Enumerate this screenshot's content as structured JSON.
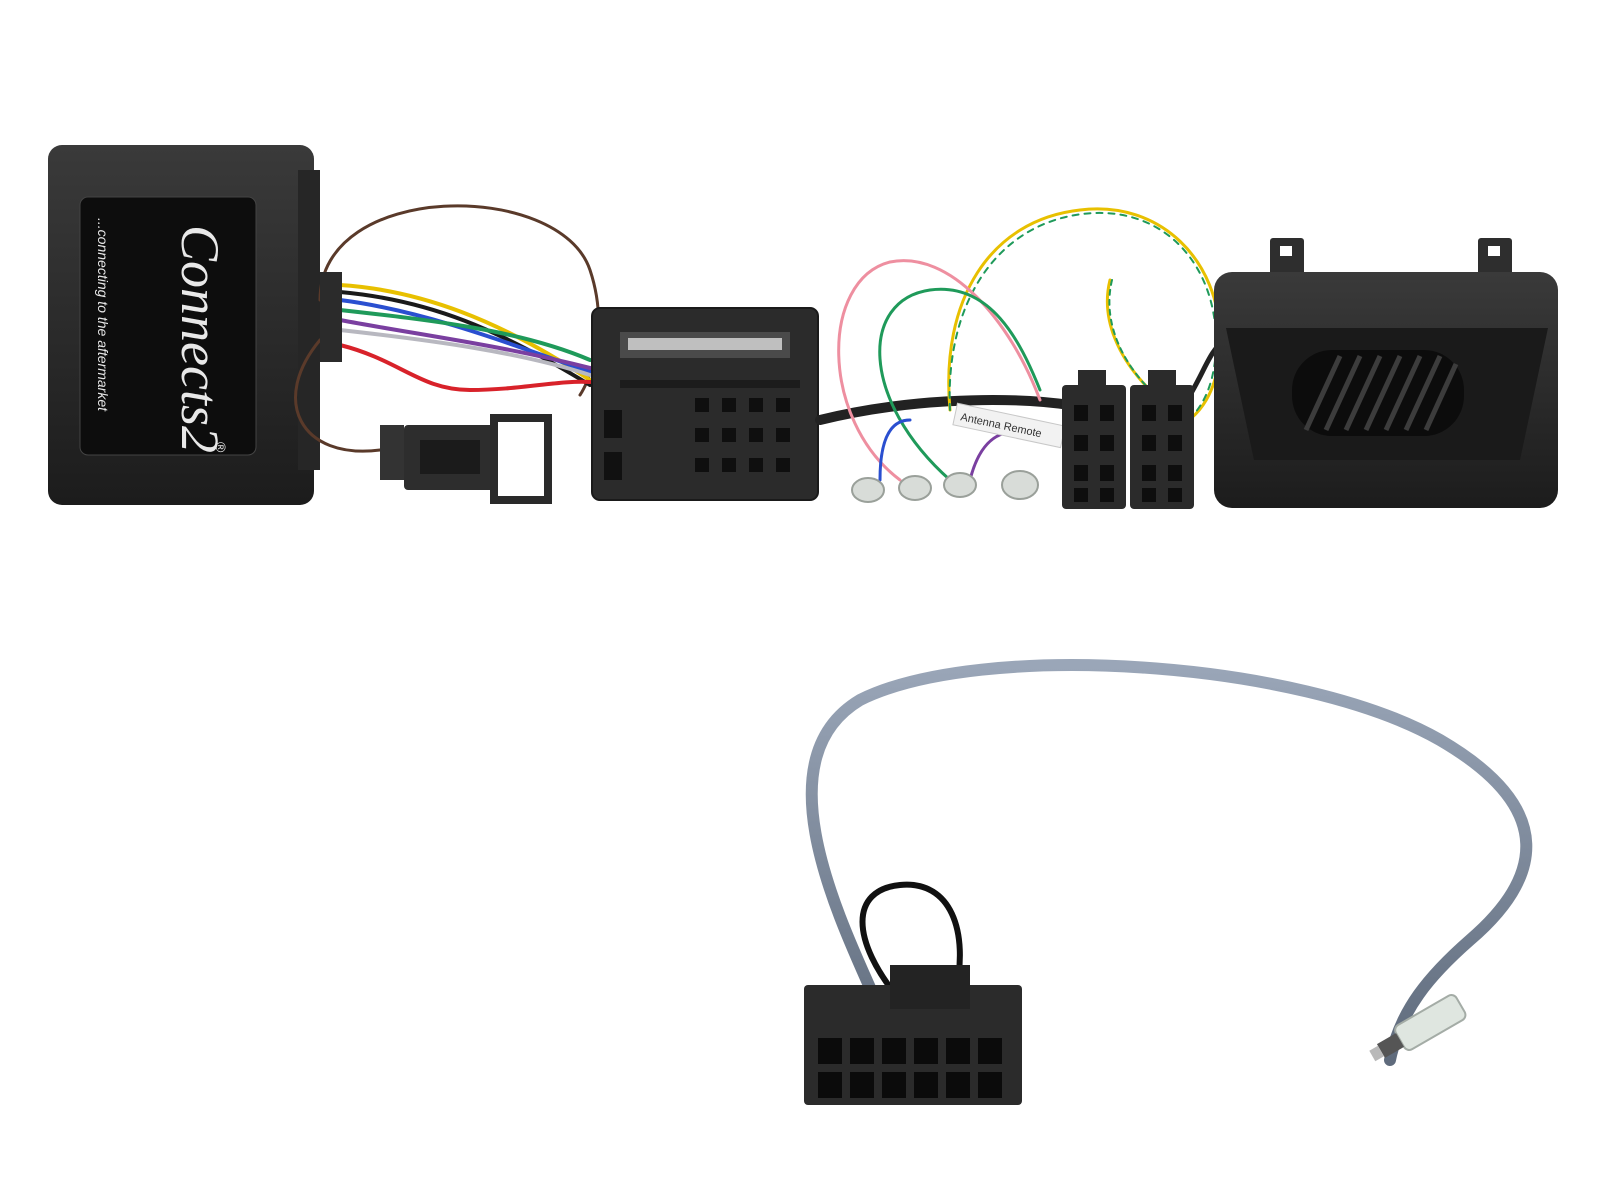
{
  "product": {
    "brand_logo": "Connects2",
    "tagline": "...connecting to the aftermarket",
    "registered_mark": "®",
    "wire_tag_label": "Antenna Remote"
  },
  "colors": {
    "background": "#ffffff",
    "plastic": "#2a2a2a",
    "wire_red": "#d8222a",
    "wire_brown": "#5a3a2a",
    "wire_yellow": "#e8c000",
    "wire_green": "#1f9a5a",
    "wire_blue": "#2a4fd0",
    "wire_pink": "#ee8fa0",
    "wire_violet": "#7a3fa0",
    "wire_grey": "#7e8ca0"
  }
}
